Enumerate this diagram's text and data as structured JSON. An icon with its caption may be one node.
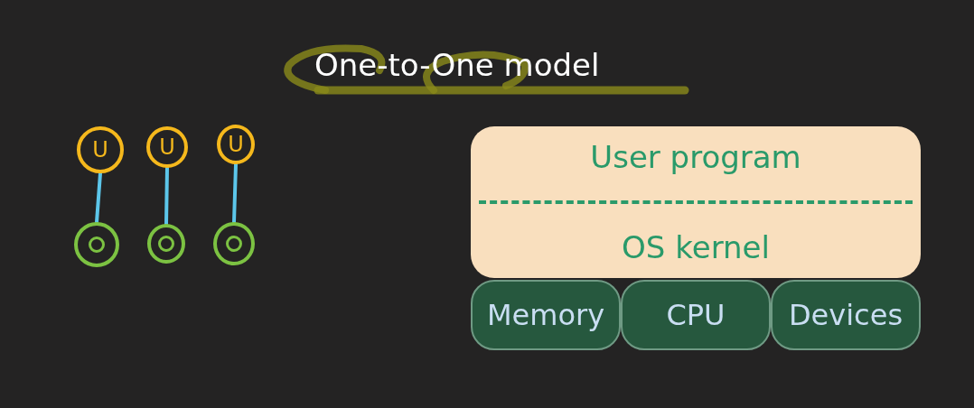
{
  "diagram": {
    "title": "One-to-One model",
    "nodes": [
      {
        "text": [
          "U"
        ]
      },
      {
        "text": [
          "U"
        ]
      },
      {
        "text": [
          "U"
        ]
      },
      {
        "text": [],
        "shape": "circle"
      },
      {
        "text": [],
        "shape": "circle"
      },
      {
        "text": [],
        "shape": "circle"
      },
      {
        "text": [
          "User program",
          "OS kernel"
        ]
      },
      {
        "text": [
          "Memory"
        ]
      },
      {
        "text": [
          "CPU"
        ]
      },
      {
        "text": [
          "Devices"
        ]
      }
    ],
    "edges": [
      {
        "from": 0,
        "to": 3,
        "arrow": "none"
      },
      {
        "from": 1,
        "to": 4,
        "arrow": "none"
      },
      {
        "from": 2,
        "to": 5,
        "arrow": "none"
      }
    ]
  }
}
